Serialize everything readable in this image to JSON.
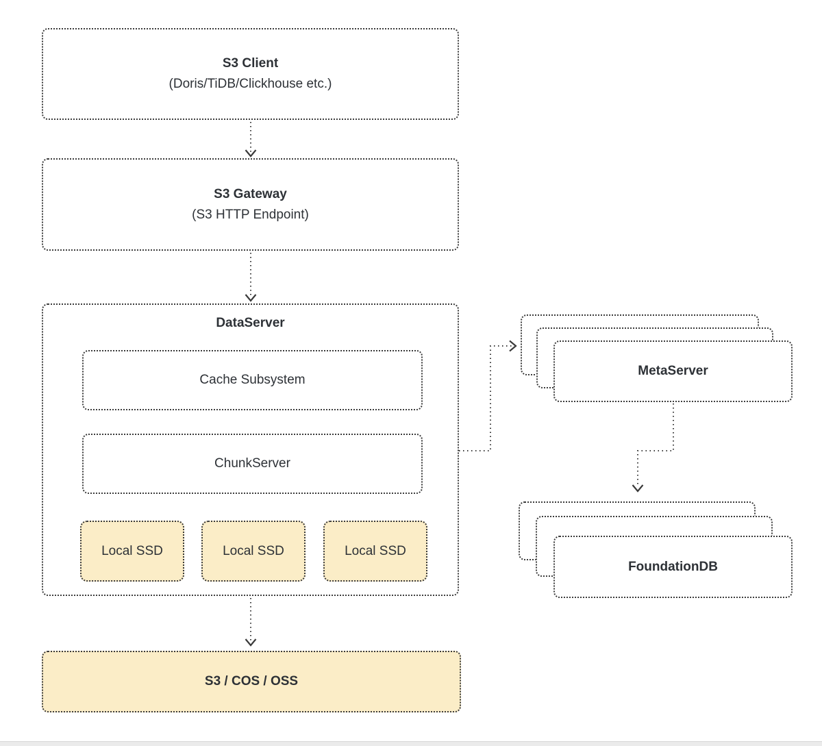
{
  "theme": {
    "canvas_bg": "#ffffff",
    "node_bg": "#ffffff",
    "accent_fill": "#fbedc7",
    "border_color": "#3a3a3a",
    "text_color": "#2d3136",
    "footer_bg": "#ebebeb"
  },
  "nodes": {
    "s3_client": {
      "title": "S3 Client",
      "subtitle": "(Doris/TiDB/Clickhouse etc.)"
    },
    "s3_gateway": {
      "title": "S3 Gateway",
      "subtitle": "(S3 HTTP Endpoint)"
    },
    "dataserver": {
      "title": "DataServer"
    },
    "cache_subsystem": {
      "label": "Cache Subsystem"
    },
    "chunkserver": {
      "label": "ChunkServer"
    },
    "local_ssd": {
      "label": "Local SSD"
    },
    "metaserver": {
      "label": "MetaServer"
    },
    "foundationdb": {
      "label": "FoundationDB"
    },
    "s3_cos_oss": {
      "label": "S3 / COS / OSS"
    }
  },
  "edges": [
    {
      "from": "s3_client",
      "to": "s3_gateway",
      "style": "dotted-arrow"
    },
    {
      "from": "s3_gateway",
      "to": "dataserver",
      "style": "dotted-arrow"
    },
    {
      "from": "dataserver",
      "to": "metaserver",
      "style": "dotted-arrow"
    },
    {
      "from": "metaserver",
      "to": "foundationdb",
      "style": "dotted-arrow"
    },
    {
      "from": "dataserver",
      "to": "s3_cos_oss",
      "style": "dotted-arrow"
    }
  ]
}
